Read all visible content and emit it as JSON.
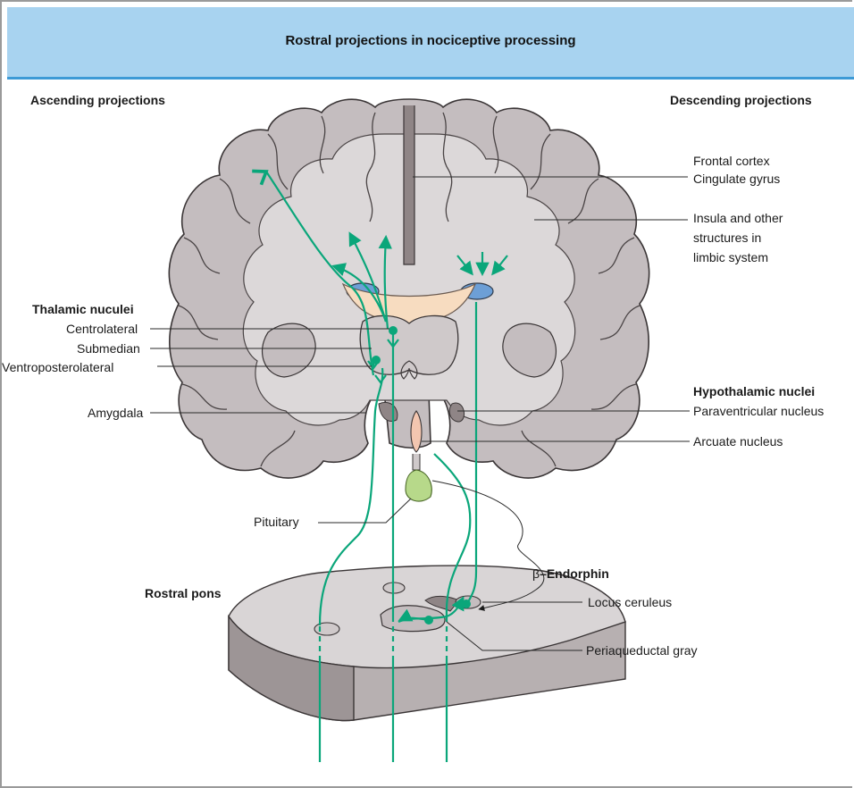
{
  "title": "Rostral projections in nociceptive processing",
  "headings": {
    "ascending": "Ascending projections",
    "descending": "Descending projections",
    "thalamic": "Thalamic nuculei",
    "hypothalamic": "Hypothalamic nuclei",
    "rostral_pons": "Rostral pons"
  },
  "labels": {
    "frontal_cortex": "Frontal cortex",
    "cingulate_gyrus": "Cingulate gyrus",
    "insula_line1": "Insula and other",
    "insula_line2": "structures in",
    "insula_line3": "limbic system",
    "centrolateral": "Centrolateral",
    "submedian": "Submedian",
    "ventroposterolateral": "Ventroposterolateral",
    "amygdala": "Amygdala",
    "paraventricular": "Paraventricular nucleus",
    "arcuate": "Arcuate nucleus",
    "pituitary": "Pituitary",
    "beta_symbol": "β",
    "endorphin": "–Endorphin",
    "locus_ceruleus": "Locus ceruleus",
    "periaqueductal": "Periaqueductal gray"
  },
  "colors": {
    "pathway": "#0aa67a",
    "brain_fill": "#d9d5d6",
    "cortex_fill": "#c4bdbf",
    "deep_fill": "#8f8586",
    "outline": "#3a3536",
    "header_bg": "#a8d3f0",
    "header_border": "#3d9ad6",
    "ventricle": "#6d9fd6",
    "thalamus_commissure": "#f7dcc0",
    "pituitary": "#b7d98a",
    "arcuate_fill": "#f3c6b0"
  }
}
